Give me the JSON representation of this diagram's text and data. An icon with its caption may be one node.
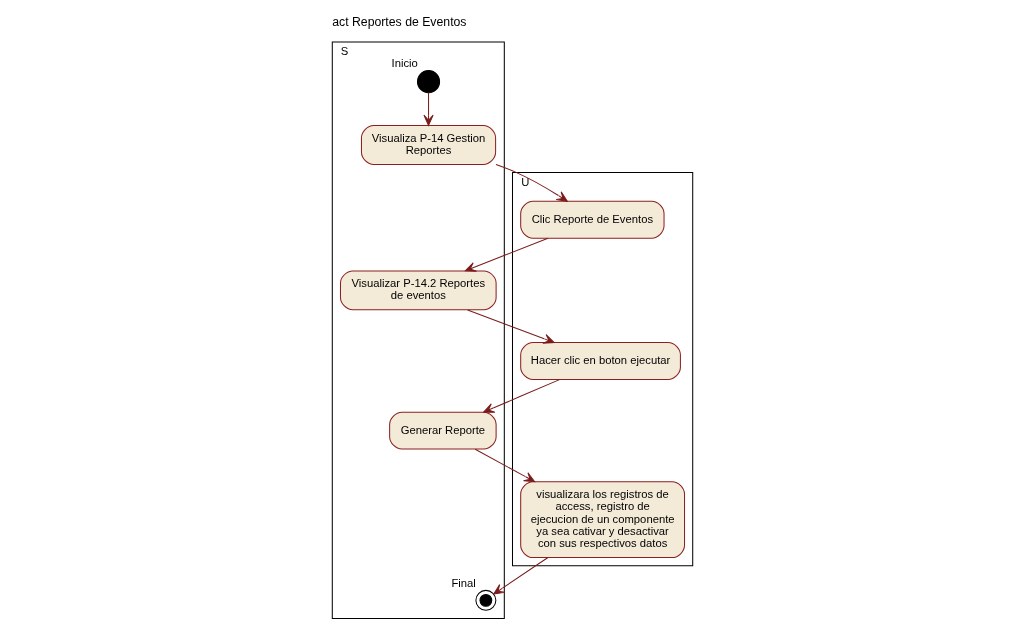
{
  "diagram": {
    "title": "act Reportes de Eventos",
    "nodes": [
      {
        "text": [
          "U"
        ]
      },
      {
        "text": [
          "S"
        ]
      },
      {
        "text": [
          "Clic Reporte de Eventos"
        ],
        "in": 0
      },
      {
        "text": [
          "Visualiza P-14 Gestion Reportes"
        ],
        "in": 1
      },
      {
        "text": [],
        "shape": "circle",
        "beside": [
          "Inicio"
        ],
        "in": 1
      },
      {
        "text": [
          "Visualizar P-14.2 Reportes de eventos"
        ],
        "in": 1
      },
      {
        "text": [
          "Hacer clic en boton ejecutar"
        ],
        "in": 0
      },
      {
        "text": [
          "Generar Reporte"
        ],
        "in": 1
      },
      {
        "text": [
          "visualizara los registros de access, registro de ejecucion de un componente ya sea cativar y desactivar con sus respectivos datos"
        ],
        "in": 0
      },
      {
        "text": [],
        "shape": "bullseye",
        "beside": [
          "Final"
        ],
        "in": 1
      }
    ],
    "edges": [
      {
        "from": 4,
        "to": 3,
        "arrow": "to"
      },
      {
        "from": 3,
        "to": 2,
        "arrow": "to"
      },
      {
        "from": 2,
        "to": 5,
        "arrow": "to"
      },
      {
        "from": 5,
        "to": 6,
        "arrow": "to"
      },
      {
        "from": 6,
        "to": 7,
        "arrow": "to"
      },
      {
        "from": 7,
        "to": 8,
        "arrow": "to"
      },
      {
        "from": 8,
        "to": 9,
        "arrow": "to"
      }
    ]
  }
}
